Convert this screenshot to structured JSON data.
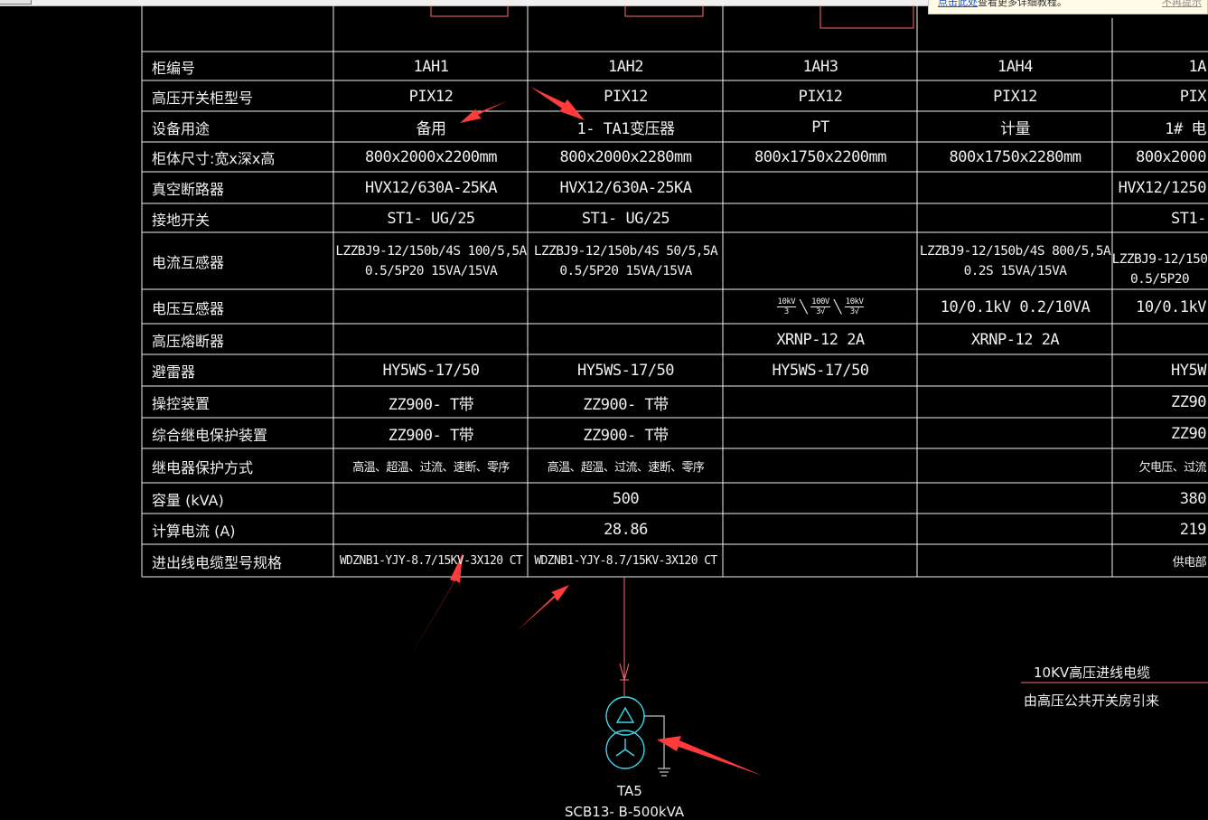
{
  "tip": {
    "link": "点击此处",
    "text": "查看更多详细教程。",
    "close": "不再提示"
  },
  "table": {
    "rows": [
      {
        "label": "柜编号",
        "cells": [
          "1AH1",
          "1AH2",
          "1AH3",
          "1AH4",
          "1A"
        ]
      },
      {
        "label": "高压开关柜型号",
        "cells": [
          "PIX12",
          "PIX12",
          "PIX12",
          "PIX12",
          "PIX"
        ]
      },
      {
        "label": "设备用途",
        "cells": [
          "备用",
          "1- TA1变压器",
          "PT",
          "计量",
          "1# 电"
        ]
      },
      {
        "label": "柜体尺寸:宽x深x高",
        "cells": [
          "800x2000x2200mm",
          "800x2000x2280mm",
          "800x1750x2200mm",
          "800x1750x2280mm",
          "800x2000"
        ]
      },
      {
        "label": "真空断路器",
        "cells": [
          "HVX12/630A-25KA",
          "HVX12/630A-25KA",
          "",
          "",
          "HVX12/1250"
        ]
      },
      {
        "label": "接地开关",
        "cells": [
          "ST1- UG/25",
          "ST1- UG/25",
          "",
          "",
          "ST1-"
        ]
      },
      {
        "label": "电流互感器",
        "cells": [
          [
            "LZZBJ9-12/150b/4S  100/5,5A",
            "0.5/5P20   15VA/15VA"
          ],
          [
            "LZZBJ9-12/150b/4S  50/5,5A",
            "0.5/5P20   15VA/15VA"
          ],
          "",
          [
            "LZZBJ9-12/150b/4S 800/5,5A",
            "0.2S   15VA/15VA"
          ],
          [
            "LZZBJ9-12/150",
            "0.5/5P20"
          ]
        ]
      },
      {
        "label": "电压互感器",
        "cells": [
          "",
          "",
          "",
          "10/0.1kV 0.2/10VA",
          "10/0.1kV"
        ]
      },
      {
        "label": "高压熔断器",
        "cells": [
          "",
          "",
          "XRNP-12    2A",
          "XRNP-12    2A",
          ""
        ]
      },
      {
        "label": "避雷器",
        "cells": [
          "HY5WS-17/50",
          "HY5WS-17/50",
          "HY5WS-17/50",
          "",
          "HY5W"
        ]
      },
      {
        "label": "操控装置",
        "cells": [
          "ZZ900- T带",
          "ZZ900- T带",
          "",
          "",
          "ZZ90"
        ]
      },
      {
        "label": "综合继电保护装置",
        "cells": [
          "ZZ900- T带",
          "ZZ900- T带",
          "",
          "",
          "ZZ90"
        ]
      },
      {
        "label": "继电器保护方式",
        "cells": [
          "高温、超温、过流、速断、零序",
          "高温、超温、过流、速断、零序",
          "",
          "",
          "欠电压、过流"
        ]
      },
      {
        "label": "容量  (kVA)",
        "cells": [
          "",
          "500",
          "",
          "",
          "380"
        ]
      },
      {
        "label": "计算电流  (A)",
        "cells": [
          "",
          "28.86",
          "",
          "",
          "219"
        ]
      },
      {
        "label": "进出线电缆型号规格",
        "cells": [
          "WDZNB1-YJY-8.7/15KV-3X120 CT",
          "WDZNB1-YJY-8.7/15KV-3X120 CT",
          "",
          "",
          "供电部"
        ]
      }
    ],
    "pt_ratio": [
      {
        "num": "10kV",
        "den": "3"
      },
      {
        "num": "100V",
        "den": "3√"
      },
      {
        "num": "10kV",
        "den": "3√"
      }
    ]
  },
  "incoming": {
    "line1": "10KV高压进线电缆",
    "line2": "由高压公共开关房引来"
  },
  "transformer": {
    "name": "TA5",
    "model": "SCB13- B-500kVA"
  }
}
